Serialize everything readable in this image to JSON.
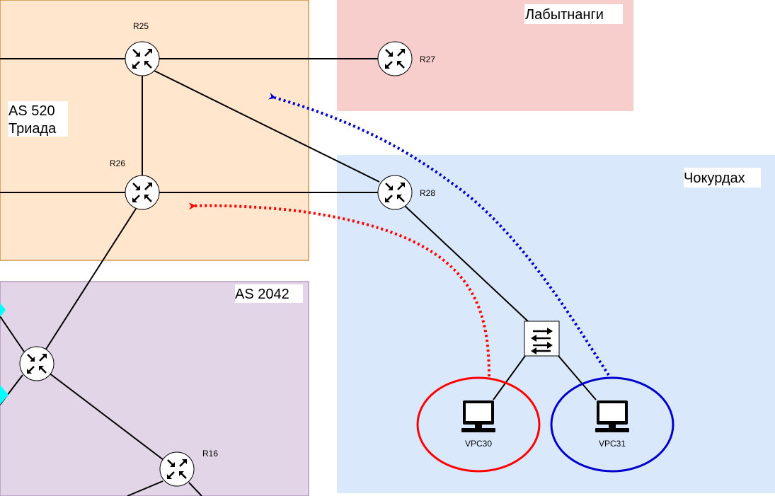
{
  "zones": {
    "as520": {
      "line1": "AS 520",
      "line2": "Триада",
      "color": "#ffe6cc"
    },
    "labytnangi": {
      "label": "Лабытнанги",
      "color": "#f8cecc"
    },
    "chokurdakh": {
      "label": "Чокурдах",
      "color": "#dae8fc"
    },
    "as2042": {
      "label": "AS 2042",
      "color": "#e1d5e7"
    }
  },
  "routers": {
    "r25": {
      "label": "R25",
      "icon": "router-icon"
    },
    "r26": {
      "label": "R26",
      "icon": "router-icon"
    },
    "r27": {
      "label": "R27",
      "icon": "router-icon"
    },
    "r28": {
      "label": "R28",
      "icon": "router-icon"
    },
    "r16": {
      "label": "R16",
      "icon": "router-icon"
    },
    "unlabeled": {
      "label": "",
      "icon": "router-icon"
    }
  },
  "switch": {
    "icon": "switch-icon"
  },
  "pcs": {
    "vpc30": {
      "label": "VPC30",
      "icon": "monitor-icon",
      "ring_color": "#ff0000"
    },
    "vpc31": {
      "label": "VPC31",
      "icon": "monitor-icon",
      "ring_color": "#0000cc"
    }
  },
  "paths": {
    "vpc30_path": {
      "color": "#ff0000",
      "style": "dotted"
    },
    "vpc31_path": {
      "color": "#0000cc",
      "style": "dotted"
    }
  },
  "accent": "#00ffff"
}
